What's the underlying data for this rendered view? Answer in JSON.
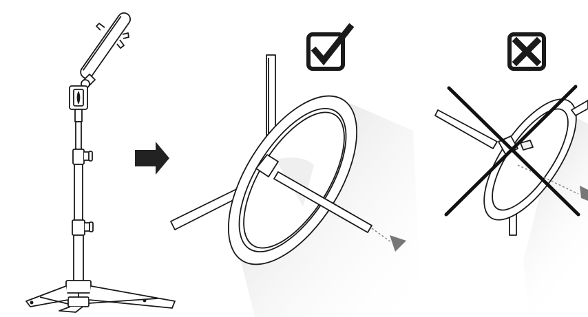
{
  "figures": [
    {
      "id": "stand",
      "icon": "light-stand-with-phone-holder"
    },
    {
      "id": "arrow",
      "icon": "right-arrow"
    },
    {
      "id": "correct",
      "icon": "checkbox-check-icon",
      "meaning": "correct"
    },
    {
      "id": "incorrect",
      "icon": "checkbox-x-icon",
      "meaning": "incorrect"
    }
  ],
  "colors": {
    "ink": "#1a1a1a",
    "shadow": "#d8d8d8",
    "arrow": "#222222",
    "pin_arrow": "#777777"
  }
}
